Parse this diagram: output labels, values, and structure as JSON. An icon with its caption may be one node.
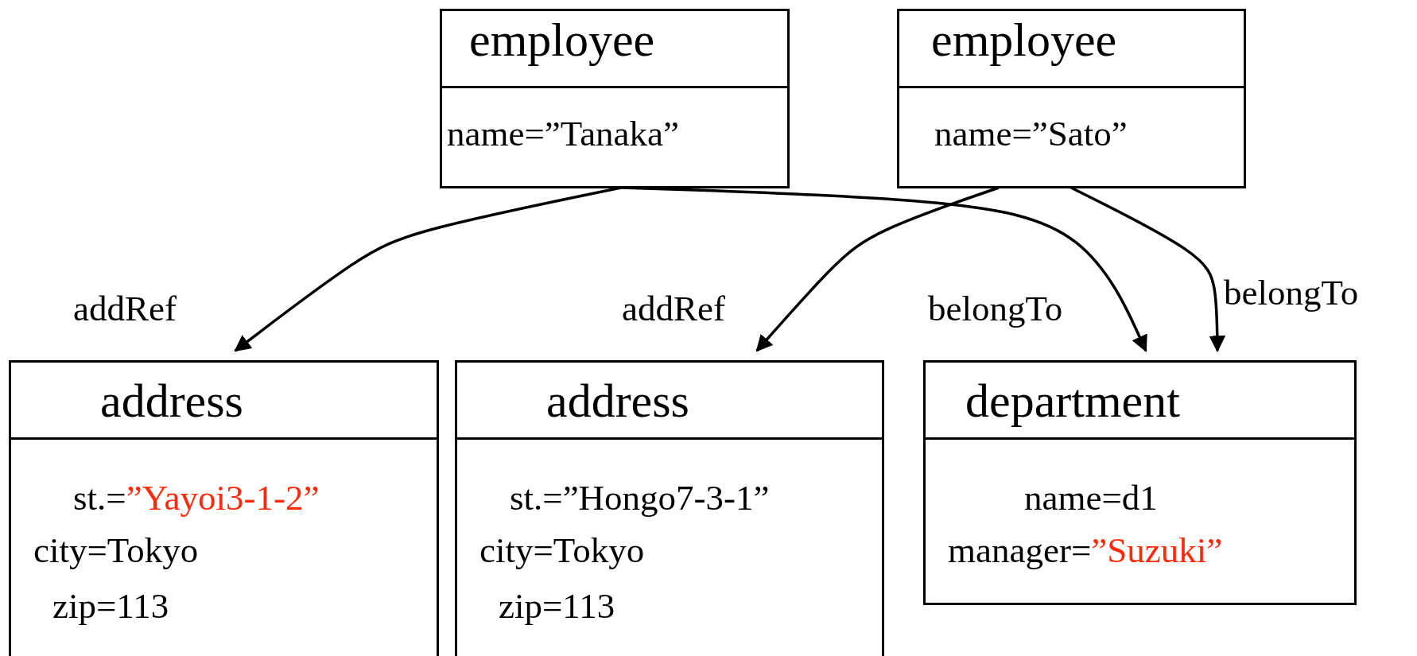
{
  "diagram": {
    "nodes": [
      {
        "text": [
          "employee",
          "name=”Tanaka”"
        ]
      },
      {
        "text": [
          "employee",
          "name=”Sato”"
        ]
      },
      {
        "text": [
          "address",
          "st.=”Yayoi3-1-2”",
          "city=Tokyo",
          "zip=113"
        ]
      },
      {
        "text": [
          "address",
          "st.=”Hongo7-3-1”",
          "city=Tokyo",
          "zip=113"
        ]
      },
      {
        "text": [
          "department",
          "name=d1",
          "manager=”Suzuki”"
        ]
      }
    ],
    "edges": [
      {
        "from": 0,
        "to": 2,
        "arrow": "to",
        "label": "addRef"
      },
      {
        "from": 1,
        "to": 3,
        "arrow": "to",
        "label": "addRef"
      },
      {
        "from": 0,
        "to": 4,
        "arrow": "to",
        "label": "belongTo"
      },
      {
        "from": 1,
        "to": 4,
        "arrow": "to",
        "label": "belongTo"
      }
    ]
  }
}
